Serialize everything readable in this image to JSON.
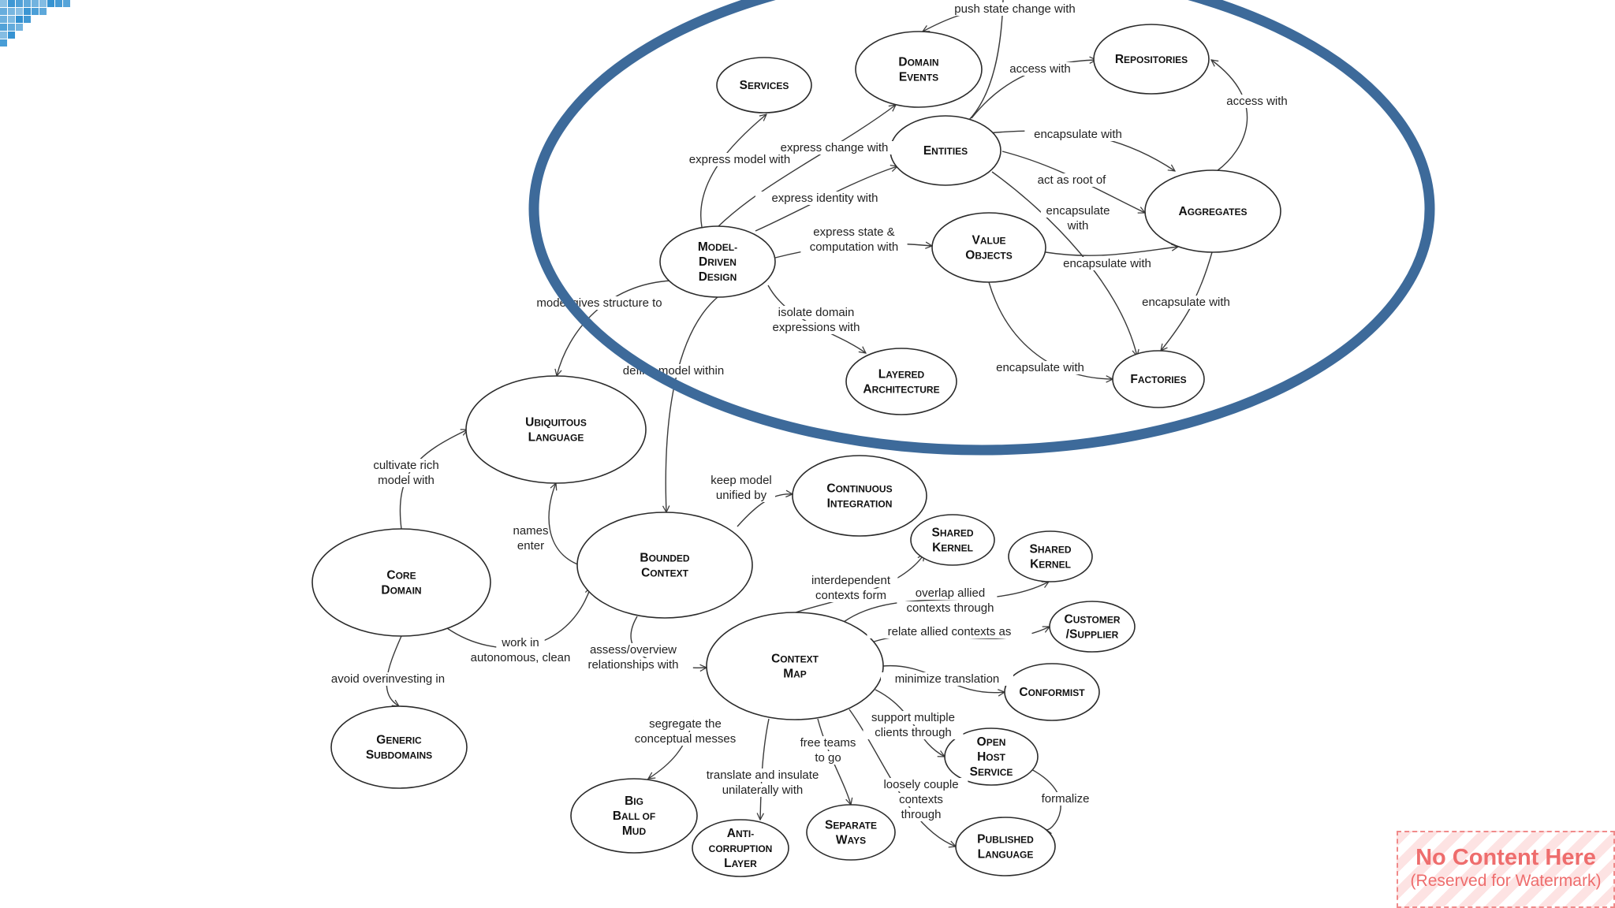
{
  "nodes": [
    {
      "id": "services",
      "lines": [
        [
          "S",
          "ERVICES"
        ]
      ]
    },
    {
      "id": "domain-events",
      "lines": [
        [
          "D",
          "OMAIN "
        ],
        [
          "E",
          "VENTS"
        ]
      ]
    },
    {
      "id": "repositories",
      "lines": [
        [
          "R",
          "EPOSITORIES"
        ]
      ]
    },
    {
      "id": "entities",
      "lines": [
        [
          "E",
          "NTITIES"
        ]
      ]
    },
    {
      "id": "aggregates",
      "lines": [
        [
          "A",
          "GGREGATES"
        ]
      ]
    },
    {
      "id": "model-driven-design",
      "lines": [
        [
          "M",
          "ODEL-"
        ],
        [
          "D",
          "RIVEN"
        ],
        [
          "D",
          "ESIGN"
        ]
      ]
    },
    {
      "id": "value-objects",
      "lines": [
        [
          "V",
          "ALUE"
        ],
        [
          "O",
          "BJECTS"
        ]
      ]
    },
    {
      "id": "layered-architecture",
      "lines": [
        [
          "L",
          "AYERED"
        ],
        [
          "A",
          "RCHITECTURE"
        ]
      ]
    },
    {
      "id": "factories",
      "lines": [
        [
          "F",
          "ACTORIES"
        ]
      ]
    },
    {
      "id": "ubiquitous-language",
      "lines": [
        [
          "U",
          "BIQUITOUS "
        ],
        [
          "L",
          "ANGUAGE"
        ]
      ]
    },
    {
      "id": "continuous-integration",
      "lines": [
        [
          "C",
          "ONTINUOUS"
        ],
        [
          "I",
          "NTEGRATION"
        ]
      ]
    },
    {
      "id": "core-domain",
      "lines": [
        [
          "C",
          "ORE "
        ],
        [
          "D",
          "OMAIN"
        ]
      ]
    },
    {
      "id": "bounded-context",
      "lines": [
        [
          "B",
          "OUNDED "
        ],
        [
          "C",
          "ONTEXT"
        ]
      ]
    },
    {
      "id": "shared-kernel-1",
      "lines": [
        [
          "S",
          "HARED"
        ],
        [
          "K",
          "ERNEL"
        ]
      ]
    },
    {
      "id": "shared-kernel-2",
      "lines": [
        [
          "S",
          "HARED"
        ],
        [
          "K",
          "ERNEL"
        ]
      ]
    },
    {
      "id": "customer-supplier",
      "lines": [
        [
          "C",
          "USTOMER"
        ],
        [
          "/S",
          "UPPLIER"
        ]
      ]
    },
    {
      "id": "context-map",
      "lines": [
        [
          "C",
          "ONTEXT "
        ],
        [
          "M",
          "AP"
        ]
      ]
    },
    {
      "id": "conformist",
      "lines": [
        [
          "C",
          "ONFORMIST"
        ]
      ]
    },
    {
      "id": "generic-subdomains",
      "lines": [
        [
          "G",
          "ENERIC"
        ],
        [
          "S",
          "UBDOMAINS"
        ]
      ]
    },
    {
      "id": "open-host-service",
      "lines": [
        [
          "O",
          "PEN "
        ],
        [
          "H",
          "OST"
        ],
        [
          "S",
          "ERVICE"
        ]
      ]
    },
    {
      "id": "big-ball-of-mud",
      "lines": [
        [
          "B",
          "IG "
        ],
        [
          "B",
          "ALL OF "
        ],
        [
          "M",
          "UD"
        ]
      ]
    },
    {
      "id": "anti-corruption-layer",
      "lines": [
        [
          "A",
          "NTI-"
        ],
        [
          "",
          "CORRUPTION"
        ],
        [
          "L",
          "AYER"
        ]
      ]
    },
    {
      "id": "separate-ways",
      "lines": [
        [
          "S",
          "EPARATE"
        ],
        [
          "W",
          "AYS"
        ]
      ]
    },
    {
      "id": "published-language",
      "lines": [
        [
          "P",
          "UBLISHED"
        ],
        [
          "L",
          "ANGUAGE"
        ]
      ]
    }
  ],
  "edge_labels": [
    {
      "id": "push-state-change-with",
      "lines": [
        "push state change with"
      ]
    },
    {
      "id": "access-with-1",
      "lines": [
        "access with"
      ]
    },
    {
      "id": "access-with-2",
      "lines": [
        "access with"
      ]
    },
    {
      "id": "express-model-with",
      "lines": [
        "express model with"
      ]
    },
    {
      "id": "express-change-with",
      "lines": [
        "express change with"
      ]
    },
    {
      "id": "encapsulate-with-1",
      "lines": [
        "encapsulate with"
      ]
    },
    {
      "id": "act-as-root-of",
      "lines": [
        "act as root of"
      ]
    },
    {
      "id": "express-identity-with",
      "lines": [
        "express identity with"
      ]
    },
    {
      "id": "encapsulate-with-2",
      "lines": [
        "encapsulate",
        "with"
      ]
    },
    {
      "id": "express-state-computation-with",
      "lines": [
        "express state &",
        "computation with"
      ]
    },
    {
      "id": "encapsulate-with-3",
      "lines": [
        "encapsulate with"
      ]
    },
    {
      "id": "encapsulate-with-4",
      "lines": [
        "encapsulate with"
      ]
    },
    {
      "id": "model-gives-structure-to",
      "lines": [
        "model gives structure to"
      ]
    },
    {
      "id": "isolate-domain-expressions-with",
      "lines": [
        "isolate domain",
        "expressions with"
      ]
    },
    {
      "id": "define-model-within",
      "lines": [
        "define model within"
      ]
    },
    {
      "id": "encapsulate-with-5",
      "lines": [
        "encapsulate with"
      ]
    },
    {
      "id": "cultivate-rich-model-with",
      "lines": [
        "cultivate rich",
        "model with"
      ]
    },
    {
      "id": "keep-model-unified-by",
      "lines": [
        "keep model",
        "unified by"
      ]
    },
    {
      "id": "names-enter",
      "lines": [
        "names",
        "enter"
      ]
    },
    {
      "id": "interdependent-contexts-form",
      "lines": [
        "interdependent",
        "contexts form"
      ]
    },
    {
      "id": "overlap-allied-contexts-through",
      "lines": [
        "overlap allied",
        "contexts through"
      ]
    },
    {
      "id": "relate-allied-contexts-as",
      "lines": [
        "relate allied contexts as"
      ]
    },
    {
      "id": "work-in-autonomous-clean",
      "lines": [
        "work in",
        "autonomous, clean"
      ]
    },
    {
      "id": "assess-overview-relationships-with",
      "lines": [
        "assess/overview",
        "relationships with"
      ]
    },
    {
      "id": "minimize-translation",
      "lines": [
        "minimize translation"
      ]
    },
    {
      "id": "avoid-overinvesting-in",
      "lines": [
        "avoid overinvesting in"
      ]
    },
    {
      "id": "support-multiple-clients-through",
      "lines": [
        "support multiple",
        "clients through"
      ]
    },
    {
      "id": "segregate-the-conceptual-messes",
      "lines": [
        "segregate the",
        "conceptual messes"
      ]
    },
    {
      "id": "free-teams-to-go",
      "lines": [
        "free teams",
        "to go"
      ]
    },
    {
      "id": "translate-and-insulate-unilaterally-with",
      "lines": [
        "translate and insulate",
        "unilaterally with"
      ]
    },
    {
      "id": "loosely-couple-contexts-through",
      "lines": [
        "loosely couple",
        "contexts",
        "through"
      ]
    },
    {
      "id": "formalize",
      "lines": [
        "formalize"
      ]
    }
  ],
  "watermark": {
    "title": "No Content Here",
    "subtitle": "(Reserved for Watermark)"
  },
  "colors": {
    "focus_ring": "#3d6a9a",
    "logo": "#2f8fd0",
    "watermark": "#ee6d6d"
  }
}
